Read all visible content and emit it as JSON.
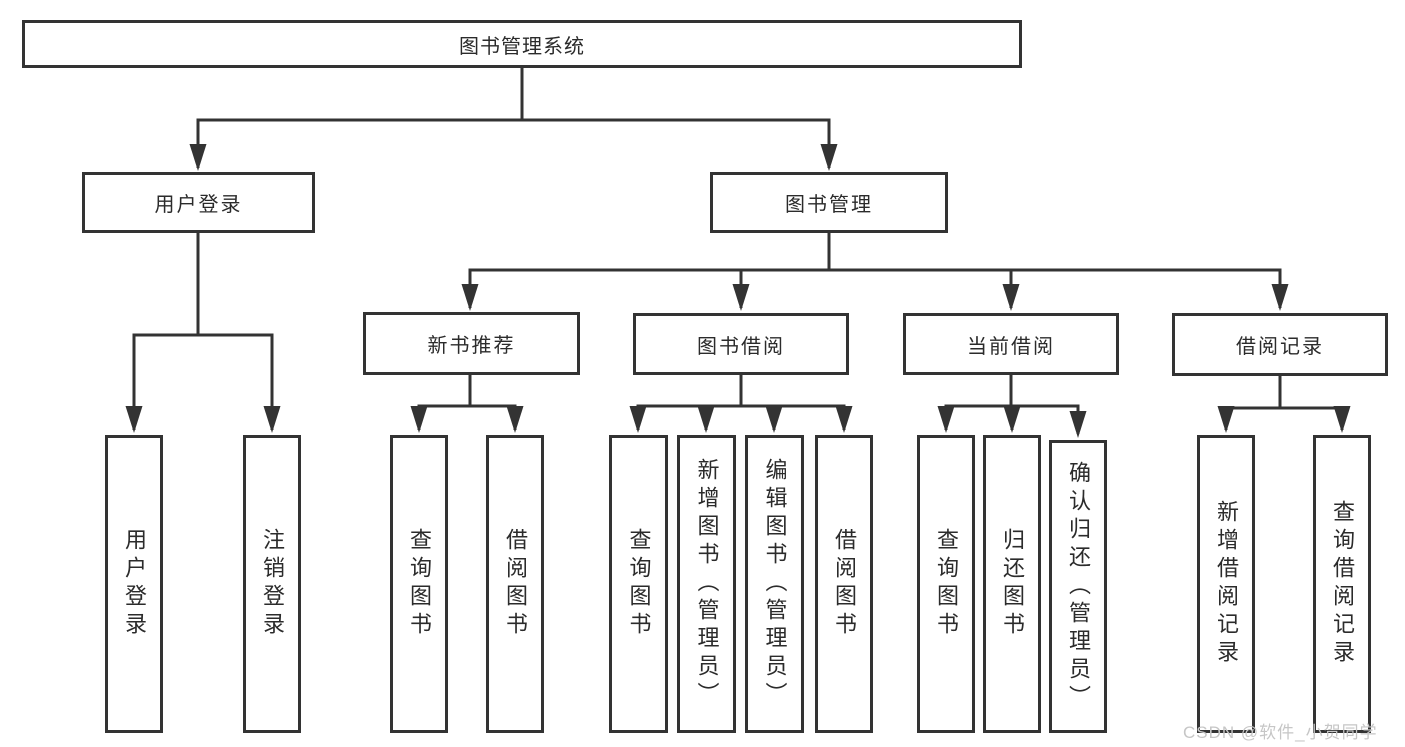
{
  "diagram": {
    "title": "图书管理系统",
    "level2": {
      "user_login": "用户登录",
      "book_mgmt": "图书管理"
    },
    "level3": {
      "new_book_rec": "新书推荐",
      "book_borrow": "图书借阅",
      "current_borrow": "当前借阅",
      "borrow_record": "借阅记录"
    },
    "leaves": {
      "user_login": "用户登录",
      "logout": "注销登录",
      "nb_query": "查询图书",
      "nb_borrow": "借阅图书",
      "bb_query": "查询图书",
      "bb_add": "新增图书（管理员）",
      "bb_edit": "编辑图书（管理员）",
      "bb_borrow": "借阅图书",
      "cb_query": "查询图书",
      "cb_return": "归还图书",
      "cb_confirm": "确认归还（管理员）",
      "br_add": "新增借阅记录",
      "br_query": "查询借阅记录"
    }
  },
  "watermark": "CSDN @软件_小贺同学",
  "colors": {
    "line": "#333333",
    "text": "#2b2b2b",
    "box_fill": "#ffffff",
    "watermark": "#c6c6c6"
  }
}
